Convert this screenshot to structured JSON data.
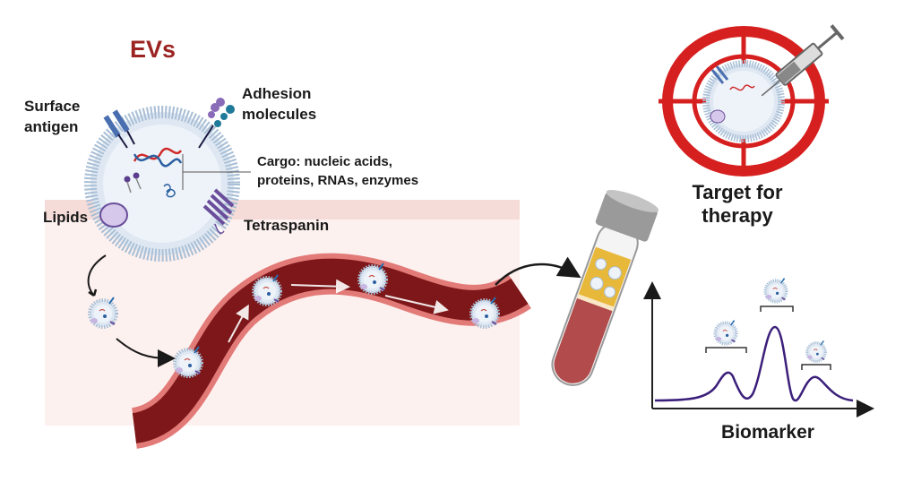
{
  "title": "EVs",
  "labels": {
    "surface_antigen": [
      "Surface",
      "antigen"
    ],
    "adhesion_molecules": [
      "Adhesion",
      "molecules"
    ],
    "cargo": [
      "Cargo: nucleic acids,",
      "proteins, RNAs, enzymes"
    ],
    "lipids": "Lipids",
    "tetraspanin": "Tetraspanin",
    "target": [
      "Target for",
      "therapy"
    ],
    "biomarker": "Biomarker"
  },
  "colors": {
    "title": "#9b2423",
    "target_red": "#d6201f",
    "vessel_dark": "#7d1719",
    "vessel_edge": "#e27a78",
    "band_dark": "#f6dcd8",
    "band_light": "#fdf1ef",
    "curve": "#3b1f7a",
    "membrane": "#a9bfd6"
  }
}
